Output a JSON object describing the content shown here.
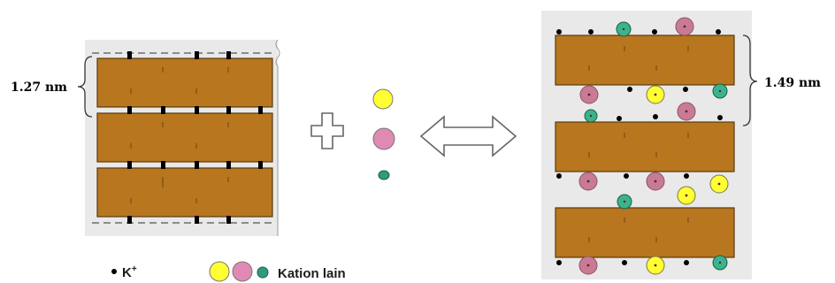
{
  "left_spacing_label": "1.27 nm",
  "right_spacing_label": "1.49 nm",
  "legend": {
    "potassium_symbol": "K",
    "potassium_charge": "+",
    "other_cations_label": "Kation lain"
  },
  "colors": {
    "clay_layer": "#b8761f",
    "clay_layer_edge": "#5a3a0e",
    "panel_bg": "#e9e9e9",
    "cation_yellow": "#ffff33",
    "cation_pink": "#e089b3",
    "cation_mauve": "#c97b94",
    "cation_teal": "#2e9b7e",
    "potassium": "#000000"
  }
}
